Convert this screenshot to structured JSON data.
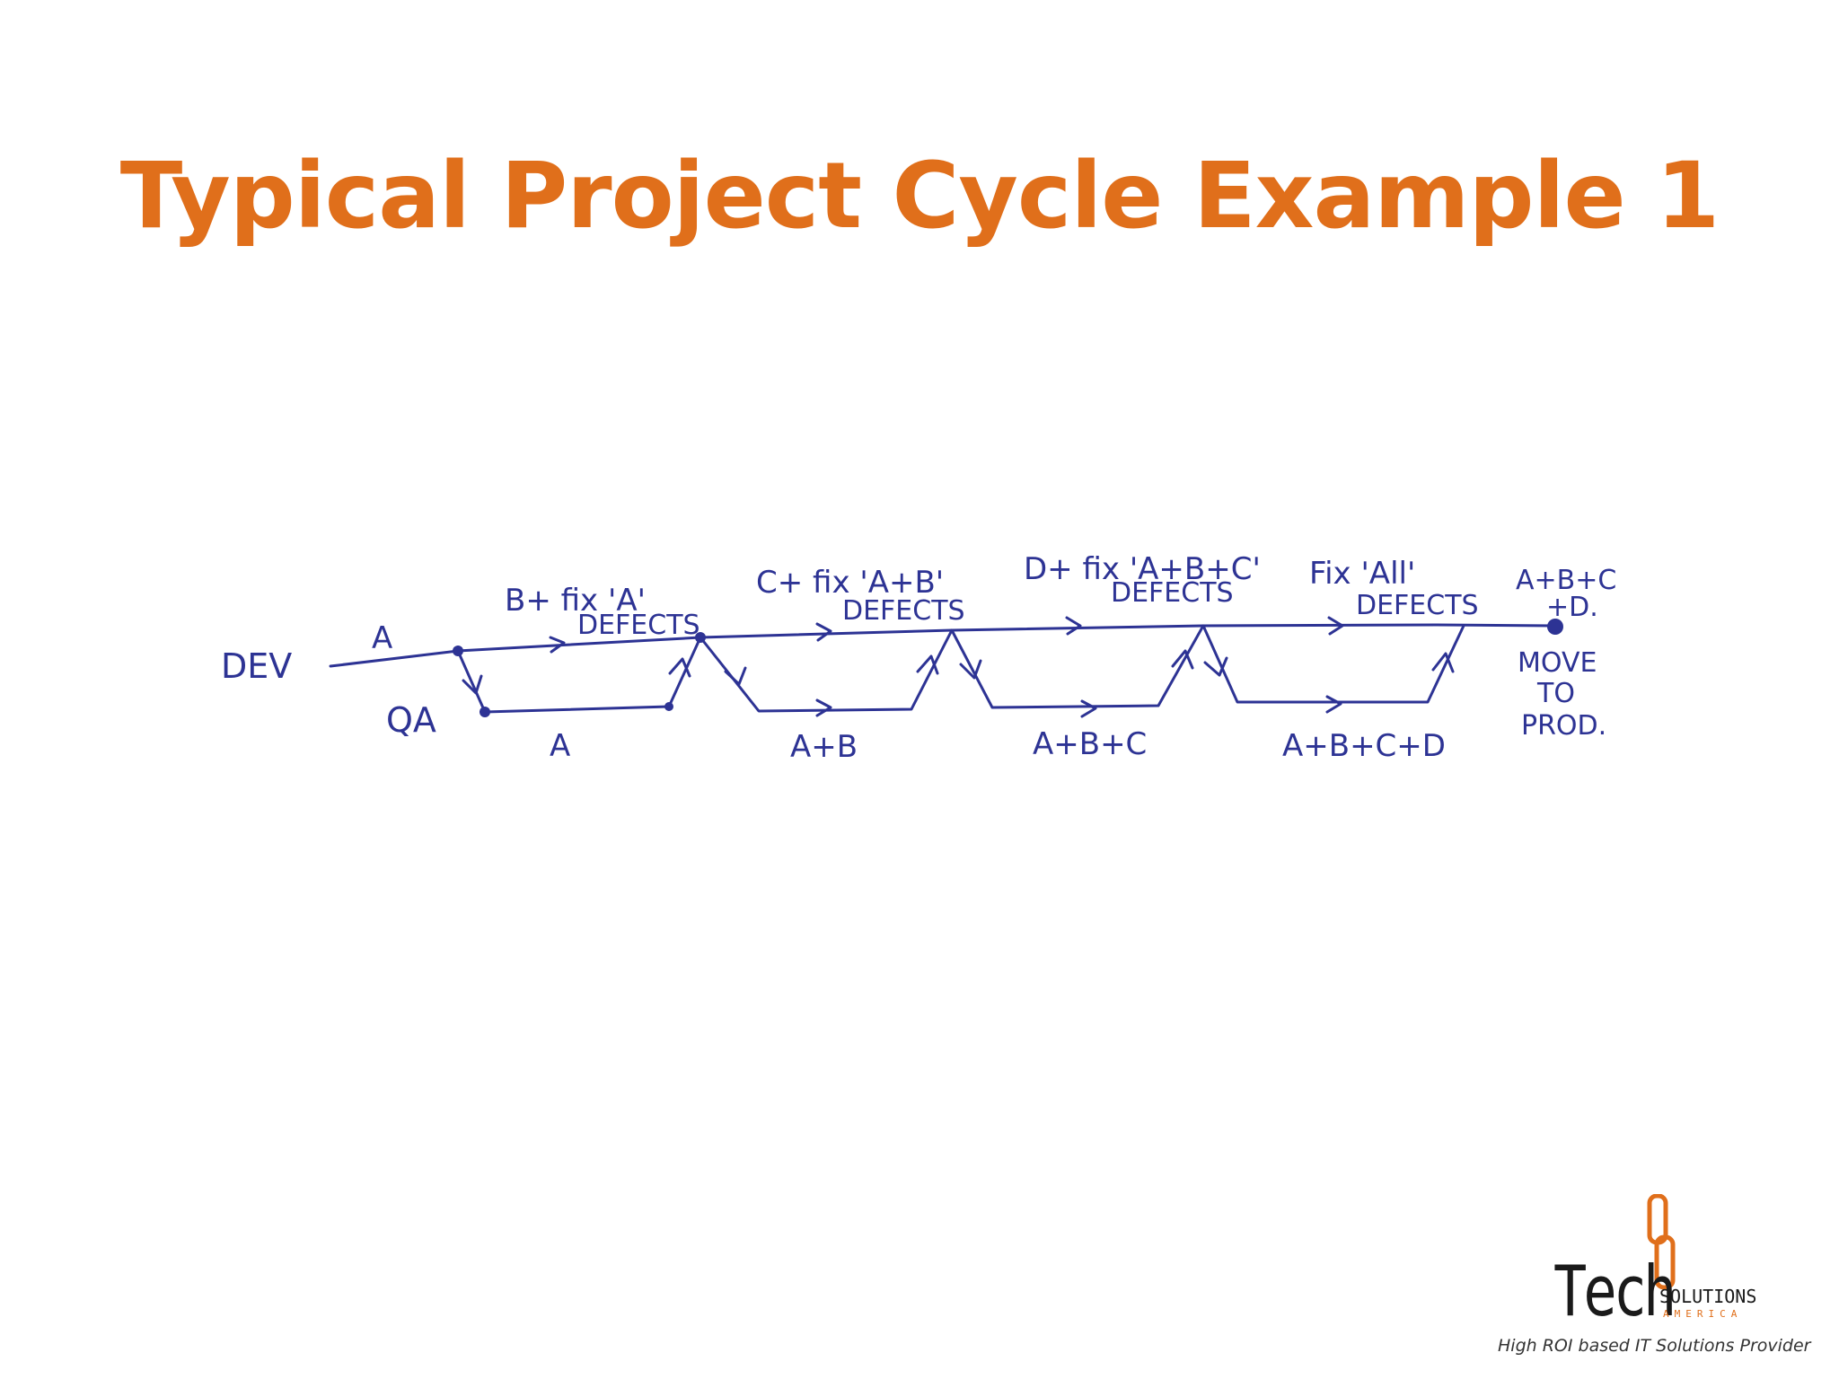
{
  "title": "Typical Project Cycle Example 1",
  "colors": {
    "title": "#e06f1b",
    "ink": "#2d3394",
    "logo_accent": "#e06f1b",
    "logo_text": "#1a1a1a"
  },
  "diagram": {
    "lanes": {
      "dev": "DEV",
      "qa": "QA"
    },
    "dev_labels": [
      {
        "line1": "A",
        "line2": ""
      },
      {
        "line1": "B+ fix 'A'",
        "line2": "DEFECTS"
      },
      {
        "line1": "C+ fix 'A+B'",
        "line2": "DEFECTS"
      },
      {
        "line1": "D+ fix 'A+B+C'",
        "line2": "DEFECTS"
      },
      {
        "line1": "Fix 'All'",
        "line2": "DEFECTS"
      }
    ],
    "qa_labels": [
      "A",
      "A+B",
      "A+B+C",
      "A+B+C+D"
    ],
    "end": {
      "line1": "A+B+C",
      "line2": "+D.",
      "line3": "MOVE",
      "line4": "TO",
      "line5": "PROD."
    }
  },
  "logo": {
    "word": "Tech",
    "solutions": "SOLUTIONS",
    "america": "AMERICA",
    "tagline": "High ROI based IT Solutions Provider",
    "icon": "chain-link-icon"
  }
}
